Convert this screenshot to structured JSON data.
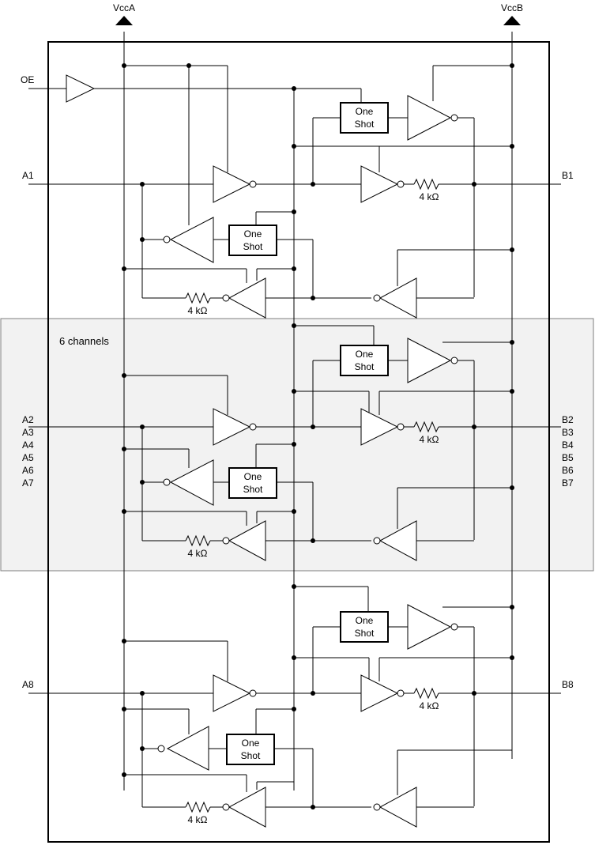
{
  "supplies": {
    "vcca": "VccA",
    "vccb": "VccB"
  },
  "oe_label": "OE",
  "band_label": "6 channels",
  "one_shot_line1": "One",
  "one_shot_line2": "Shot",
  "resistor_label": "4 kΩ",
  "channels": [
    {
      "a_labels": [
        "A1"
      ],
      "b_labels": [
        "B1"
      ]
    },
    {
      "a_labels": [
        "A2",
        "A3",
        "A4",
        "A5",
        "A6",
        "A7"
      ],
      "b_labels": [
        "B2",
        "B3",
        "B4",
        "B5",
        "B6",
        "B7"
      ]
    },
    {
      "a_labels": [
        "A8"
      ],
      "b_labels": [
        "B8"
      ]
    }
  ]
}
